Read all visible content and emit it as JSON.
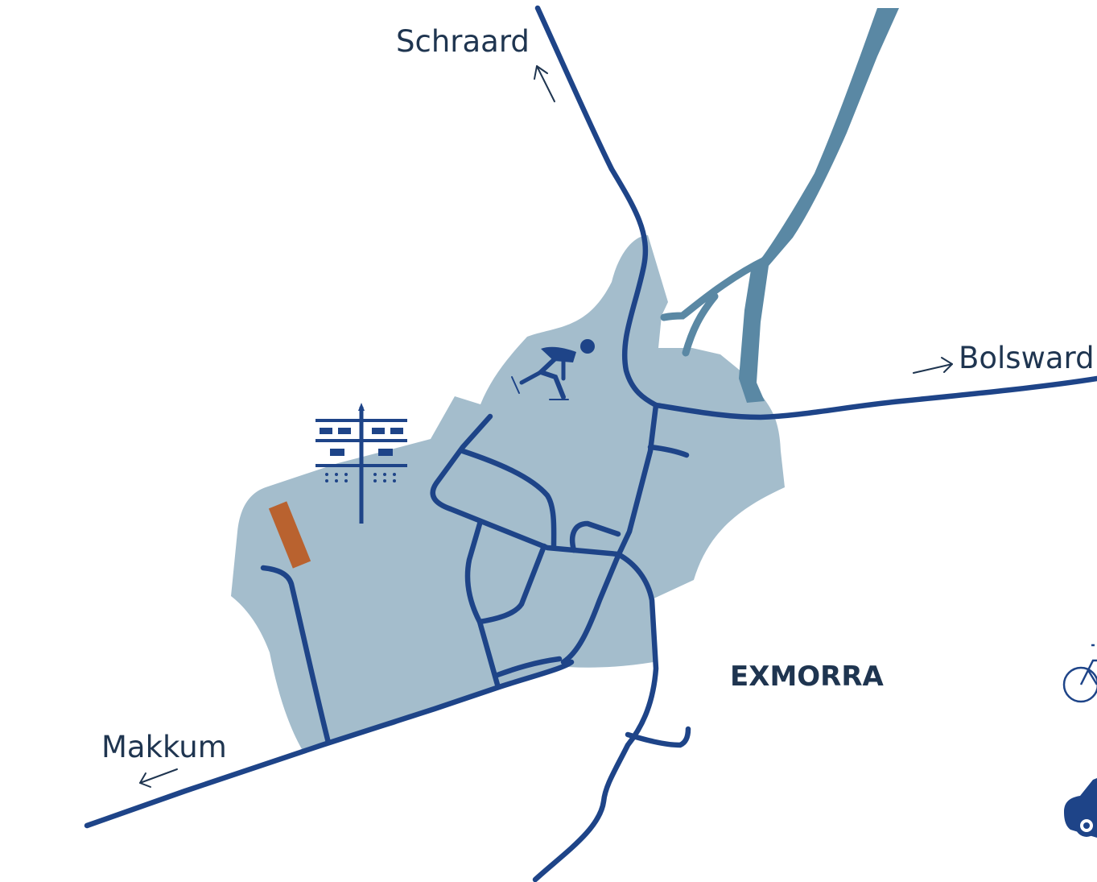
{
  "map": {
    "village_name": "EXMORRA",
    "destinations": [
      {
        "id": "schraard",
        "label": "Schraard"
      },
      {
        "id": "bolsward",
        "label": "Bolsward"
      },
      {
        "id": "makkum",
        "label": "Makkum"
      }
    ],
    "icons": [
      {
        "name": "speed-skater-icon"
      },
      {
        "name": "church-tower-icon"
      },
      {
        "name": "bicycle-icon"
      },
      {
        "name": "car-icon"
      }
    ],
    "colors": {
      "village_area": "#a4bdcc",
      "roads": "#1e4488",
      "water": "#5a88a4",
      "marker": "#b9622f",
      "labels": "#1f3550"
    }
  }
}
